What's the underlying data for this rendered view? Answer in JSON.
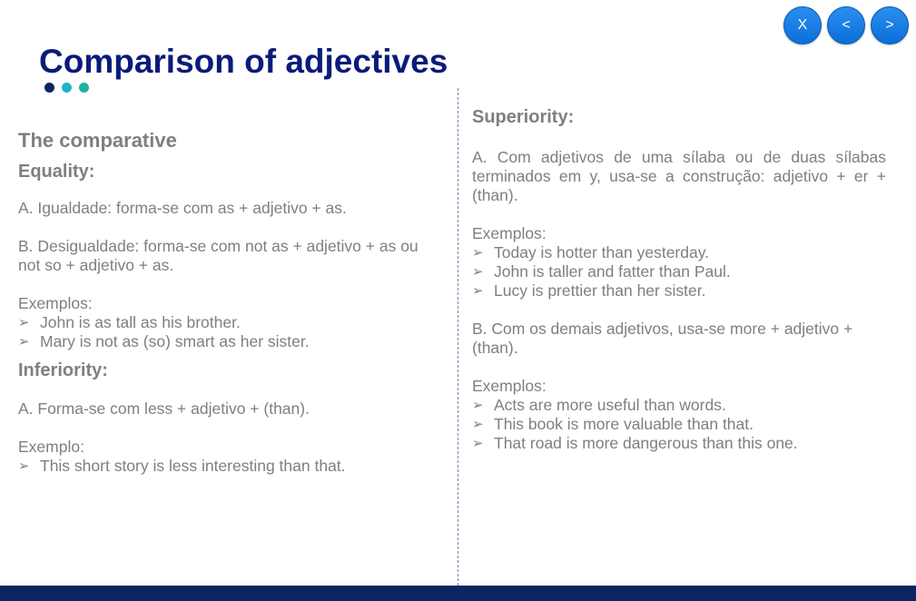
{
  "nav": {
    "close_label": "X",
    "prev_label": "<",
    "next_label": ">"
  },
  "title": "Comparison of adjectives",
  "colors": {
    "title": "#0b1b7a",
    "dot1": "#0c2461",
    "dot2": "#20b2c8",
    "dot3": "#20b2a0",
    "bar": "#0c2461",
    "text": "#7f7f7f",
    "nav": "#1a7fe6"
  },
  "left": {
    "heading": "The comparative",
    "equality_heading": "Equality:",
    "eq_a": "A. Igualdade: forma-se com as + adjetivo + as.",
    "eq_b": "B. Desigualdade: forma-se com not as + adjetivo + as ou not so + adjetivo + as.",
    "eq_examples_label": "Exemplos:",
    "eq_examples": [
      "John is as tall as his brother.",
      "Mary is not as (so) smart as her sister."
    ],
    "inferiority_heading": "Inferiority:",
    "inf_a": "A. Forma-se com less + adjetivo + (than).",
    "inf_example_label": "Exemplo:",
    "inf_examples": [
      "This short story is less interesting than that."
    ]
  },
  "right": {
    "superiority_heading": "Superiority:",
    "sup_a": "A. Com adjetivos de uma sílaba ou de duas sílabas terminados em y, usa-se a construção: adjetivo + er + (than).",
    "sup_a_examples_label": "Exemplos:",
    "sup_a_examples": [
      "Today is hotter than yesterday.",
      "John is taller and fatter than Paul.",
      "Lucy is prettier than her sister."
    ],
    "sup_b": "B. Com os demais adjetivos, usa-se more + adjetivo + (than).",
    "sup_b_examples_label": "Exemplos:",
    "sup_b_examples": [
      "Acts are more useful than words.",
      "This book is more valuable than that.",
      "That road is more dangerous than this one."
    ]
  },
  "bullet_glyph": "➢"
}
